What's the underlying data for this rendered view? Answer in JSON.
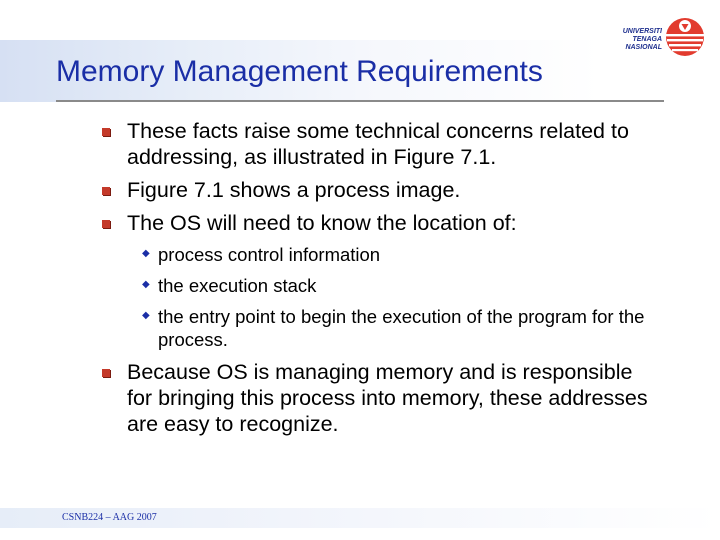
{
  "slide": {
    "title": "Memory Management Requirements",
    "footer": "CSNB224 – AAG 2007"
  },
  "logo": {
    "lines": [
      "UNIVERSITI",
      "TENAGA",
      "NASIONAL"
    ]
  },
  "bullets": [
    {
      "text": "These facts raise some technical concerns related to addressing, as illustrated in Figure 7.1."
    },
    {
      "text": "Figure 7.1 shows a process image."
    },
    {
      "text": "The OS will need to know the location of:"
    },
    {
      "text": "Because OS is managing memory and is responsible for bringing this process into memory, these addresses are easy to recognize."
    }
  ],
  "sub_bullets": [
    {
      "text": "process control information"
    },
    {
      "text": "the execution stack"
    },
    {
      "text": "the entry point to begin the execution of the program for the process."
    }
  ],
  "colors": {
    "title": "#1a2ea6",
    "bullet_marker": "#c43a2a",
    "sub_marker": "#1a2ea6",
    "footer": "#1a2ea6"
  },
  "icons": {
    "bullet": "square-bullet-icon",
    "sub_bullet": "diamond-bullet-icon",
    "logo": "university-logo-icon"
  }
}
